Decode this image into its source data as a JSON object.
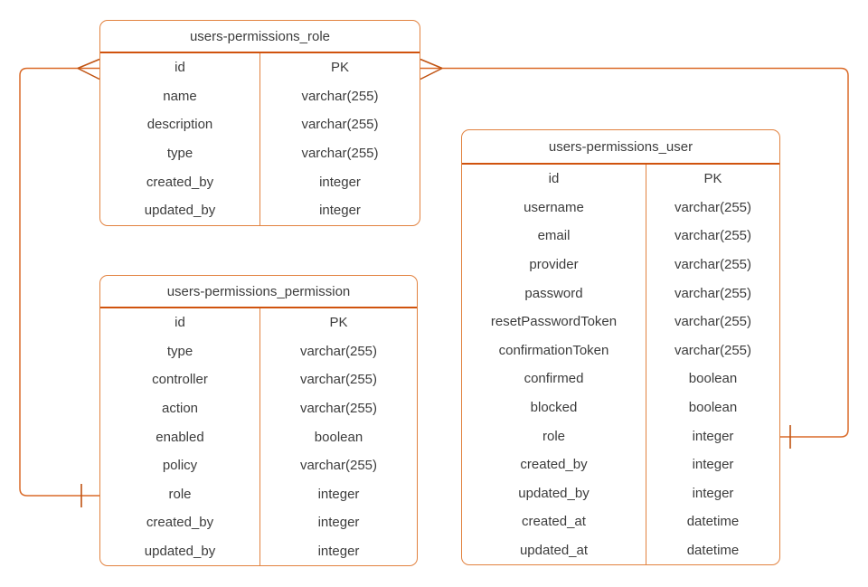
{
  "diagram": {
    "type": "entity-relationship",
    "notation": "crows-foot",
    "colors": {
      "background": "#FFFFFF",
      "table_border": "#E2823F",
      "header_divider": "#D0530E",
      "connector_line": "#DA6A28",
      "cardinality_marker": "#C05210",
      "text": "#3C3C3C"
    },
    "tables": [
      {
        "title": "users-permissions_role",
        "fields": [
          {
            "name": "id",
            "type": "PK"
          },
          {
            "name": "name",
            "type": "varchar(255)"
          },
          {
            "name": "description",
            "type": "varchar(255)"
          },
          {
            "name": "type",
            "type": "varchar(255)"
          },
          {
            "name": "created_by",
            "type": "integer"
          },
          {
            "name": "updated_by",
            "type": "integer"
          }
        ]
      },
      {
        "title": "users-permissions_permission",
        "fields": [
          {
            "name": "id",
            "type": "PK"
          },
          {
            "name": "type",
            "type": "varchar(255)"
          },
          {
            "name": "controller",
            "type": "varchar(255)"
          },
          {
            "name": "action",
            "type": "varchar(255)"
          },
          {
            "name": "enabled",
            "type": "boolean"
          },
          {
            "name": "policy",
            "type": "varchar(255)"
          },
          {
            "name": "role",
            "type": "integer"
          },
          {
            "name": "created_by",
            "type": "integer"
          },
          {
            "name": "updated_by",
            "type": "integer"
          }
        ]
      },
      {
        "title": "users-permissions_user",
        "fields": [
          {
            "name": "id",
            "type": "PK"
          },
          {
            "name": "username",
            "type": "varchar(255)"
          },
          {
            "name": "email",
            "type": "varchar(255)"
          },
          {
            "name": "provider",
            "type": "varchar(255)"
          },
          {
            "name": "password",
            "type": "varchar(255)"
          },
          {
            "name": "resetPasswordToken",
            "type": "varchar(255)"
          },
          {
            "name": "confirmationToken",
            "type": "varchar(255)"
          },
          {
            "name": "confirmed",
            "type": "boolean"
          },
          {
            "name": "blocked",
            "type": "boolean"
          },
          {
            "name": "role",
            "type": "integer"
          },
          {
            "name": "created_by",
            "type": "integer"
          },
          {
            "name": "updated_by",
            "type": "integer"
          },
          {
            "name": "created_at",
            "type": "datetime"
          },
          {
            "name": "updated_at",
            "type": "datetime"
          }
        ]
      }
    ],
    "relationships": [
      {
        "from_table": "users-permissions_role",
        "from_field": "id",
        "from_cardinality": "many",
        "to_table": "users-permissions_permission",
        "to_field": "role",
        "to_cardinality": "one"
      },
      {
        "from_table": "users-permissions_role",
        "from_field": "id",
        "from_cardinality": "many",
        "to_table": "users-permissions_user",
        "to_field": "role",
        "to_cardinality": "one"
      }
    ]
  }
}
